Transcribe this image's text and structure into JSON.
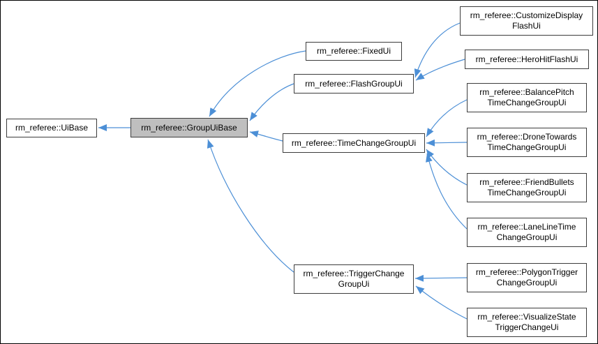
{
  "diagram": {
    "type": "class-inheritance-graph",
    "colors": {
      "edge": "#4c8fd6",
      "highlight_fill": "#bfbfbf",
      "node_border": "#3c3c3c",
      "background": "#ffffff"
    },
    "nodes": {
      "uibase": {
        "label": "rm_referee::UiBase"
      },
      "groupuibase": {
        "label": "rm_referee::GroupUiBase",
        "highlighted": true
      },
      "fixedui": {
        "label": "rm_referee::FixedUi"
      },
      "flashgroupui": {
        "label": "rm_referee::FlashGroupUi"
      },
      "timechangegroupui": {
        "label": "rm_referee::TimeChangeGroupUi"
      },
      "triggerchange": {
        "label": "rm_referee::TriggerChange\nGroupUi"
      },
      "customizedisplay": {
        "label": "rm_referee::CustomizeDisplay\nFlashUi"
      },
      "herohit": {
        "label": "rm_referee::HeroHitFlashUi"
      },
      "balancepitch": {
        "label": "rm_referee::BalancePitch\nTimeChangeGroupUi"
      },
      "dronetowards": {
        "label": "rm_referee::DroneTowards\nTimeChangeGroupUi"
      },
      "friendbullets": {
        "label": "rm_referee::FriendBullets\nTimeChangeGroupUi"
      },
      "lanelinetime": {
        "label": "rm_referee::LaneLineTime\nChangeGroupUi"
      },
      "polygontrigger": {
        "label": "rm_referee::PolygonTrigger\nChangeGroupUi"
      },
      "visualizestate": {
        "label": "rm_referee::VisualizeState\nTriggerChangeUi"
      }
    },
    "edges": [
      {
        "from": "groupuibase",
        "to": "uibase"
      },
      {
        "from": "fixedui",
        "to": "groupuibase"
      },
      {
        "from": "flashgroupui",
        "to": "groupuibase"
      },
      {
        "from": "timechangegroupui",
        "to": "groupuibase"
      },
      {
        "from": "triggerchange",
        "to": "groupuibase"
      },
      {
        "from": "customizedisplay",
        "to": "flashgroupui"
      },
      {
        "from": "herohit",
        "to": "flashgroupui"
      },
      {
        "from": "balancepitch",
        "to": "timechangegroupui"
      },
      {
        "from": "dronetowards",
        "to": "timechangegroupui"
      },
      {
        "from": "friendbullets",
        "to": "timechangegroupui"
      },
      {
        "from": "lanelinetime",
        "to": "timechangegroupui"
      },
      {
        "from": "polygontrigger",
        "to": "triggerchange"
      },
      {
        "from": "visualizestate",
        "to": "triggerchange"
      }
    ]
  }
}
